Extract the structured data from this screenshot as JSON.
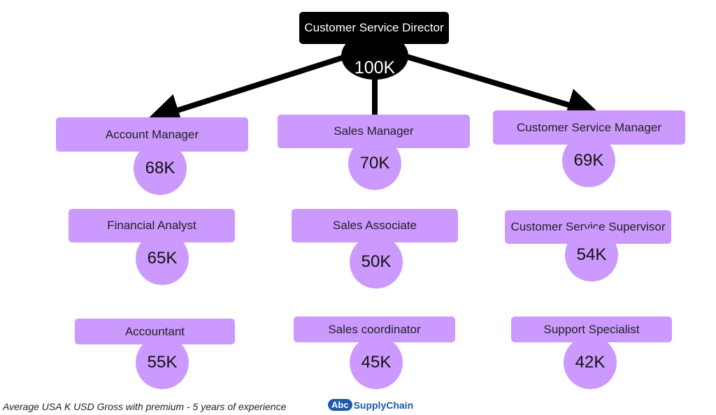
{
  "top": {
    "title": "Customer Service Director",
    "value": "100K"
  },
  "roles": [
    {
      "title": "Account Manager",
      "value": "68K"
    },
    {
      "title": "Sales Manager",
      "value": "70K"
    },
    {
      "title": "Customer Service Manager",
      "value": "69K"
    },
    {
      "title": "Financial Analyst",
      "value": "65K"
    },
    {
      "title": "Sales Associate",
      "value": "50K"
    },
    {
      "title": "Customer Service Supervisor",
      "value": "54K"
    },
    {
      "title": "Accountant",
      "value": "55K"
    },
    {
      "title": "Sales coordinator",
      "value": "45K"
    },
    {
      "title": "Support Specialist",
      "value": "42K"
    }
  ],
  "footer": {
    "note": "Average USA K USD Gross with premium - 5 years of experience"
  },
  "logo": {
    "badge": "Abc",
    "name": "SupplyChain"
  },
  "colors": {
    "node_fill": "#cc99ff",
    "top_fill": "#000000",
    "logo": "#1f5aa6"
  }
}
